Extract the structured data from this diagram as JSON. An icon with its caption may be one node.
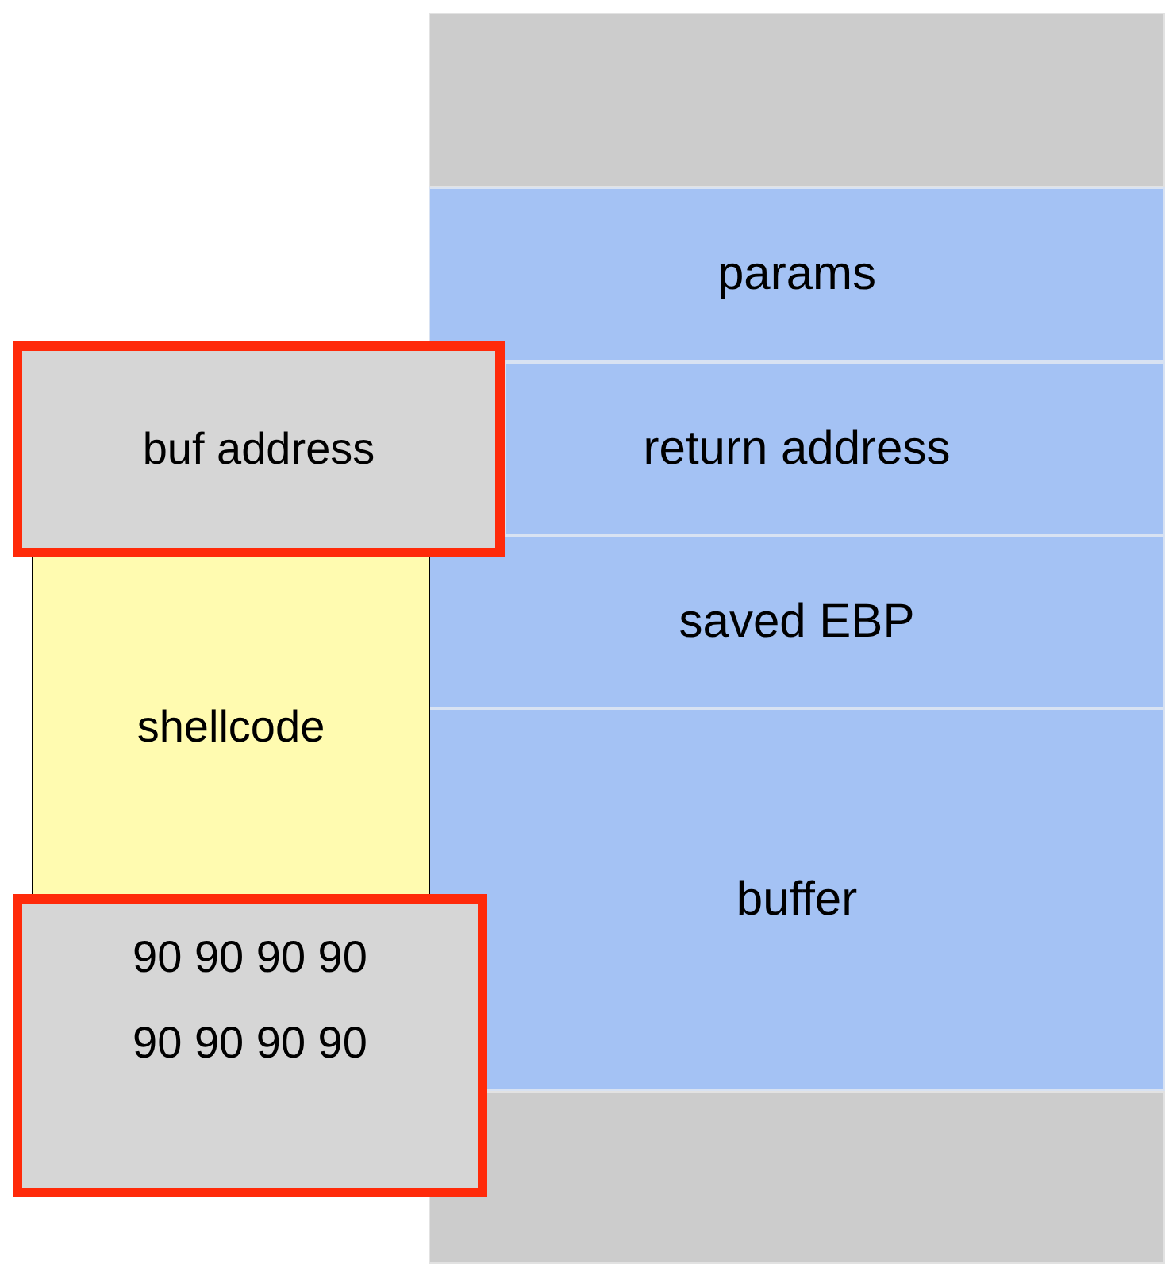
{
  "diagram": {
    "nodes": [
      {
        "text": [],
        "shape": "box"
      },
      {
        "text": [
          "params"
        ]
      },
      {
        "text": [
          "buf address"
        ]
      },
      {
        "text": [
          "return address"
        ]
      },
      {
        "text": [
          "saved EBP"
        ]
      },
      {
        "text": [
          "shellcode"
        ]
      },
      {
        "text": [
          "buffer"
        ]
      },
      {
        "text": [
          "90 90 90 90",
          "90 90 90 90"
        ]
      },
      {
        "text": [],
        "shape": "box"
      }
    ]
  }
}
